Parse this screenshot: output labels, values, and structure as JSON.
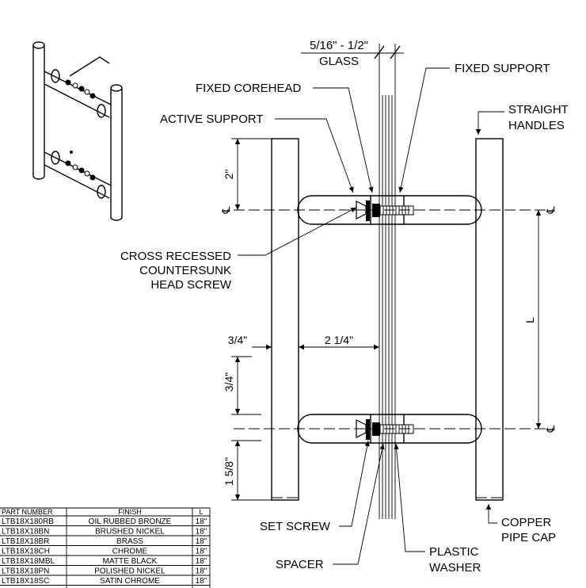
{
  "labels": {
    "glass_range": "5/16\" - 1/2\"",
    "glass": "GLASS",
    "fixed_support": "FIXED SUPPORT",
    "fixed_corehead": "FIXED COREHEAD",
    "active_support": "ACTIVE SUPPORT",
    "straight_handles_1": "STRAIGHT",
    "straight_handles_2": "HANDLES",
    "screw_1": "CROSS RECESSED",
    "screw_2": "COUNTERSUNK",
    "screw_3": "HEAD SCREW",
    "set_screw": "SET SCREW",
    "spacer": "SPACER",
    "plastic_washer_1": "PLASTIC",
    "plastic_washer_2": "WASHER",
    "copper_cap_1": "COPPER",
    "copper_cap_2": "PIPE CAP"
  },
  "dimensions": {
    "standoff_top": "2\"",
    "handle_dia": "3/4\"",
    "offset": "2 1/4\"",
    "standoff_bottom": "3/4\"",
    "end_bottom": "1 5/8\"",
    "length": "L",
    "centerline": "℄"
  },
  "table": {
    "headers": [
      "PART NUMBER",
      "FINISH",
      "L"
    ],
    "rows": [
      [
        "LTB18X180RB",
        "OIL RUBBED BRONZE",
        "18\""
      ],
      [
        "LTB18X18BN",
        "BRUSHED NICKEL",
        "18\""
      ],
      [
        "LTB18X18BR",
        "BRASS",
        "18\""
      ],
      [
        "LTB18X18CH",
        "CHROME",
        "18\""
      ],
      [
        "LTB18X18MBL",
        "MATTE BLACK",
        "18\""
      ],
      [
        "LTB18X18PN",
        "POLISHED NICKEL",
        "18\""
      ],
      [
        "LTB18X18SC",
        "SATIN CHROME",
        "18\""
      ]
    ]
  }
}
